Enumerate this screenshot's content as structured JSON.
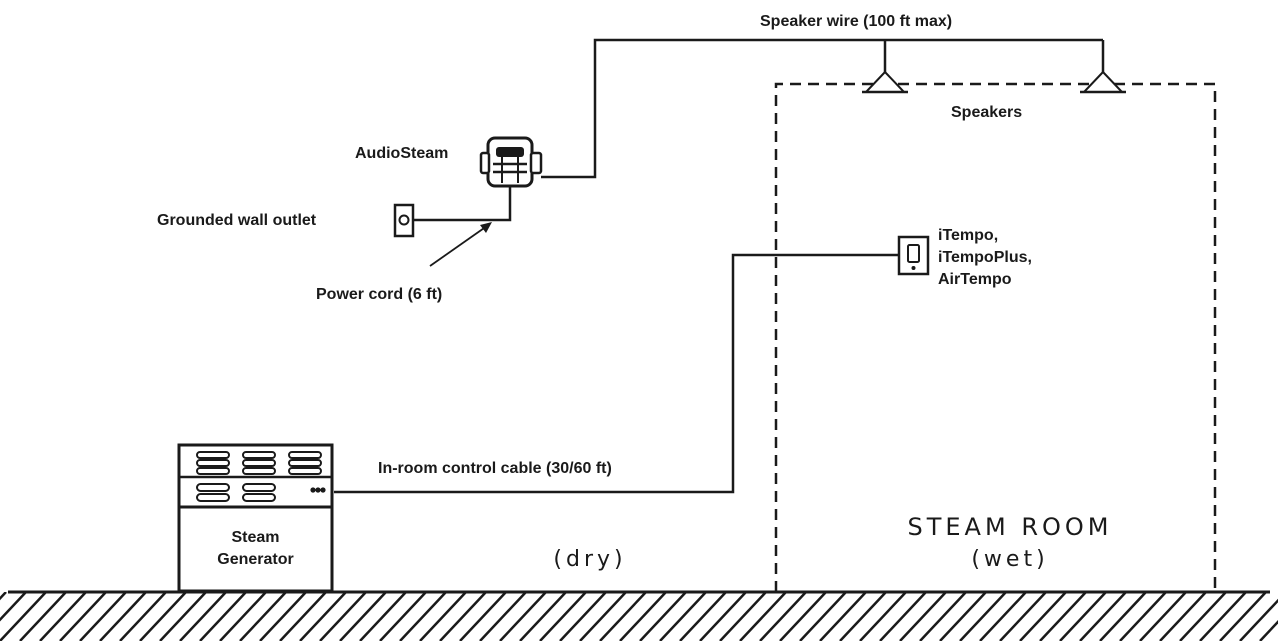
{
  "labels": {
    "speaker_wire": "Speaker wire (100 ft max)",
    "speakers": "Speakers",
    "audiosteam": "AudioSteam",
    "wall_outlet": "Grounded wall outlet",
    "power_cord": "Power cord (6 ft)",
    "control_line1": "iTempo,",
    "control_line2": "iTempoPlus,",
    "control_line3": "AirTempo",
    "control_cable": "In-room control cable (30/60 ft)",
    "generator_line1": "Steam",
    "generator_line2": "Generator",
    "dry": "(dry)",
    "room_title": "STEAM ROOM",
    "room_wet": "(wet)"
  },
  "colors": {
    "line": "#1a1a1a",
    "background": "#ffffff"
  },
  "icons": {
    "audiosteam": "audiosteam-device-icon",
    "outlet": "wall-outlet-icon",
    "speaker": "ceiling-speaker-icon",
    "control": "wall-control-icon",
    "generator": "steam-generator-icon"
  }
}
